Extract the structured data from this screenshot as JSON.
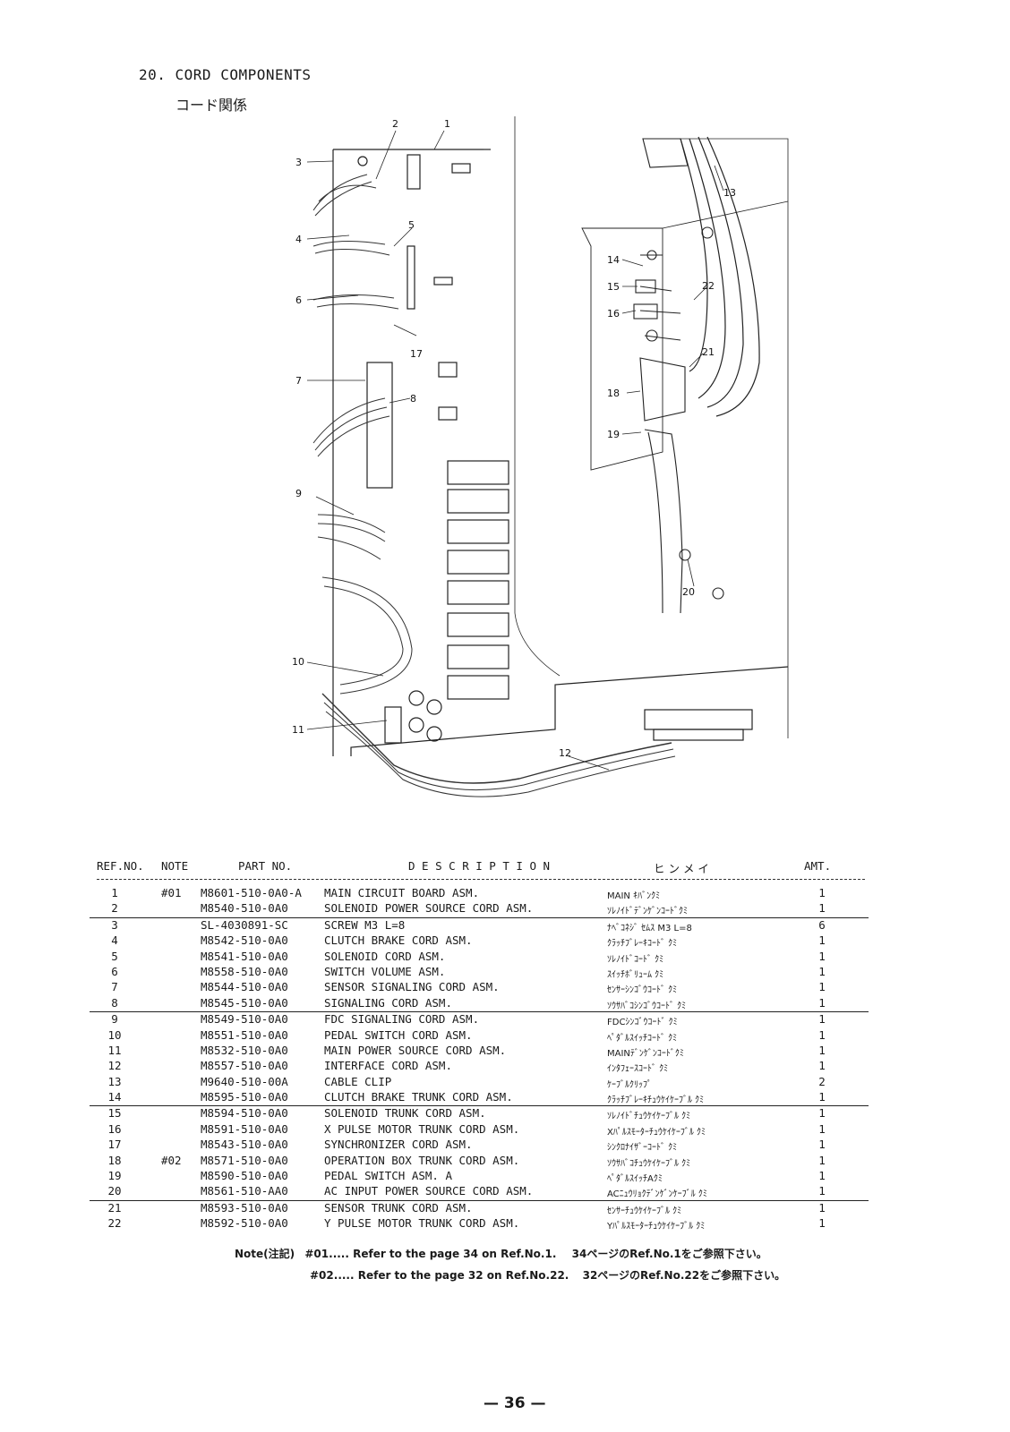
{
  "section": {
    "title": "20. CORD COMPONENTS",
    "title_jp": "コード関係"
  },
  "diagram": {
    "callouts": [
      "1",
      "2",
      "3",
      "4",
      "5",
      "6",
      "7",
      "8",
      "9",
      "10",
      "11",
      "12",
      "13",
      "14",
      "15",
      "16",
      "17",
      "18",
      "19",
      "20",
      "21",
      "22"
    ]
  },
  "table": {
    "headers": {
      "ref": "REF.NO.",
      "note": "NOTE",
      "part": "PART NO.",
      "desc": "D E S C R I P T I O N",
      "kana": "ヒ ン メ イ",
      "amt": "AMT."
    },
    "rows": [
      {
        "ref": "1",
        "note": "#01",
        "part": "M8601-510-0A0-A",
        "desc": "MAIN CIRCUIT BOARD ASM.",
        "kana": "MAIN ｷﾊﾞﾝｸﾐ",
        "amt": "1"
      },
      {
        "ref": "2",
        "note": "",
        "part": "M8540-510-0A0",
        "desc": "SOLENOID POWER SOURCE CORD ASM.",
        "kana": "ｿﾚﾉｲﾄﾞﾃﾞﾝｹﾞﾝｺｰﾄﾞｸﾐ",
        "amt": "1"
      },
      {
        "ref": "3",
        "note": "",
        "part": "SL-4030891-SC",
        "desc": "SCREW M3 L=8",
        "kana": "ﾅﾍﾞｺﾈｼﾞ ｾﾑｽ M3 L=8",
        "amt": "6"
      },
      {
        "ref": "4",
        "note": "",
        "part": "M8542-510-0A0",
        "desc": "CLUTCH BRAKE CORD ASM.",
        "kana": "ｸﾗｯﾁﾌﾞﾚｰｷｺｰﾄﾞ ｸﾐ",
        "amt": "1"
      },
      {
        "ref": "5",
        "note": "",
        "part": "M8541-510-0A0",
        "desc": "SOLENOID CORD ASM.",
        "kana": "ｿﾚﾉｲﾄﾞｺｰﾄﾞ ｸﾐ",
        "amt": "1"
      },
      {
        "ref": "6",
        "note": "",
        "part": "M8558-510-0A0",
        "desc": "SWITCH VOLUME ASM.",
        "kana": "ｽｲｯﾁﾎﾞﾘｭｰﾑ ｸﾐ",
        "amt": "1"
      },
      {
        "ref": "7",
        "note": "",
        "part": "M8544-510-0A0",
        "desc": "SENSOR SIGNALING CORD ASM.",
        "kana": "ｾﾝｻｰｼﾝｺﾞｳｺｰﾄﾞ ｸﾐ",
        "amt": "1"
      },
      {
        "ref": "8",
        "note": "",
        "part": "M8545-510-0A0",
        "desc": "SIGNALING CORD ASM.",
        "kana": "ｿｳｻﾊﾞｺｼﾝｺﾞｳｺｰﾄﾞ ｸﾐ",
        "amt": "1"
      },
      {
        "ref": "9",
        "note": "",
        "part": "M8549-510-0A0",
        "desc": "FDC SIGNALING CORD ASM.",
        "kana": "FDCｼﾝｺﾞｳｺｰﾄﾞ ｸﾐ",
        "amt": "1"
      },
      {
        "ref": "10",
        "note": "",
        "part": "M8551-510-0A0",
        "desc": "PEDAL SWITCH CORD ASM.",
        "kana": "ﾍﾟﾀﾞﾙｽｲｯﾁｺｰﾄﾞ ｸﾐ",
        "amt": "1"
      },
      {
        "ref": "11",
        "note": "",
        "part": "M8532-510-0A0",
        "desc": "MAIN POWER SOURCE CORD ASM.",
        "kana": "MAINﾃﾞﾝｹﾞﾝｺｰﾄﾞｸﾐ",
        "amt": "1"
      },
      {
        "ref": "12",
        "note": "",
        "part": "M8557-510-0A0",
        "desc": "INTERFACE CORD ASM.",
        "kana": "ｲﾝﾀﾌｪｰｽｺｰﾄﾞ ｸﾐ",
        "amt": "1"
      },
      {
        "ref": "13",
        "note": "",
        "part": "M9640-510-00A",
        "desc": "CABLE CLIP",
        "kana": "ｹｰﾌﾞﾙｸﾘｯﾌﾟ",
        "amt": "2"
      },
      {
        "ref": "14",
        "note": "",
        "part": "M8595-510-0A0",
        "desc": "CLUTCH BRAKE TRUNK CORD ASM.",
        "kana": "ｸﾗｯﾁﾌﾞﾚｰｷﾁｭｳｹｲｹｰﾌﾞﾙ ｸﾐ",
        "amt": "1"
      },
      {
        "ref": "15",
        "note": "",
        "part": "M8594-510-0A0",
        "desc": "SOLENOID TRUNK CORD ASM.",
        "kana": "ｿﾚﾉｲﾄﾞﾁｭｳｹｲｹｰﾌﾞﾙ ｸﾐ",
        "amt": "1"
      },
      {
        "ref": "16",
        "note": "",
        "part": "M8591-510-0A0",
        "desc": "X PULSE MOTOR TRUNK CORD ASM.",
        "kana": "Xﾊﾟﾙｽﾓｰﾀｰﾁｭｳｹｲｹｰﾌﾞﾙ ｸﾐ",
        "amt": "1"
      },
      {
        "ref": "17",
        "note": "",
        "part": "M8543-510-0A0",
        "desc": "SYNCHRONIZER CORD ASM.",
        "kana": "ｼﾝｸﾛﾅｲｻﾞｰｺｰﾄﾞ ｸﾐ",
        "amt": "1"
      },
      {
        "ref": "18",
        "note": "#02",
        "part": "M8571-510-0A0",
        "desc": "OPERATION BOX TRUNK CORD ASM.",
        "kana": "ｿｳｻﾊﾞｺﾁｭｳｹｲｹｰﾌﾞﾙ ｸﾐ",
        "amt": "1"
      },
      {
        "ref": "19",
        "note": "",
        "part": "M8590-510-0A0",
        "desc": "PEDAL SWITCH ASM. A",
        "kana": "ﾍﾟﾀﾞﾙｽｲｯﾁAｸﾐ",
        "amt": "1"
      },
      {
        "ref": "20",
        "note": "",
        "part": "M8561-510-AA0",
        "desc": "AC INPUT POWER SOURCE CORD ASM.",
        "kana": "ACﾆｭｳﾘｮｸﾃﾞﾝｹﾞﾝｹｰﾌﾞﾙ ｸﾐ",
        "amt": "1"
      },
      {
        "ref": "21",
        "note": "",
        "part": "M8593-510-0A0",
        "desc": "SENSOR TRUNK CORD ASM.",
        "kana": "ｾﾝｻｰﾁｭｳｹｲｹｰﾌﾞﾙ ｸﾐ",
        "amt": "1"
      },
      {
        "ref": "22",
        "note": "",
        "part": "M8592-510-0A0",
        "desc": "Y PULSE MOTOR TRUNK CORD ASM.",
        "kana": "Yﾊﾟﾙｽﾓｰﾀｰﾁｭｳｹｲｹｰﾌﾞﾙ ｸﾐ",
        "amt": "1"
      }
    ]
  },
  "notes": {
    "label": "Note(注記)",
    "note1": "#01..... Refer to the page 34 on Ref.No.1.",
    "note1_jp": "34ページのRef.No.1をご参照下さい。",
    "note2": "#02..... Refer to the page 32 on Ref.No.22.",
    "note2_jp": "32ページのRef.No.22をご参照下さい。"
  },
  "page_number": "— 36 —"
}
